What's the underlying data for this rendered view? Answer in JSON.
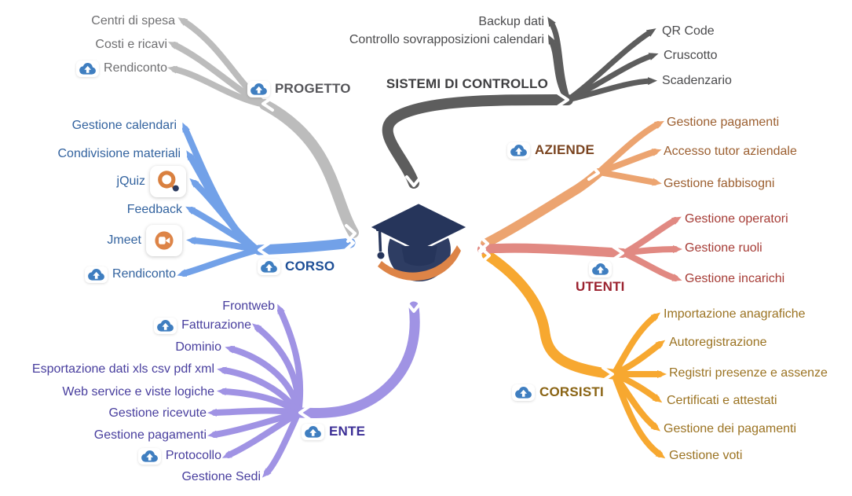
{
  "diagram": {
    "type": "mindmap",
    "background_color": "#ffffff",
    "center_icon": "graduation-cap-globe-logo"
  },
  "icons": {
    "cloud": "cloud-upload-icon",
    "jquiz": "jquiz-app-icon",
    "jmeet": "jmeet-video-app-icon"
  },
  "branches": [
    {
      "name": "PROGETTO",
      "branch_color": "#bcbcbc",
      "label_color": "#56565a",
      "leaf_text_color": "#6f6f71",
      "label_icon": "cloud-upload-icon",
      "leaves": [
        {
          "label": "Centri di spesa"
        },
        {
          "label": "Costi e ricavi"
        },
        {
          "label": "Rendiconto",
          "icon": "cloud-upload-icon"
        }
      ]
    },
    {
      "name": "SISTEMI DI CONTROLLO",
      "branch_color": "#5d5d5d",
      "label_color": "#3e3e40",
      "leaf_text_color": "#4b4b4d",
      "leaves": [
        {
          "label": "Backup dati"
        },
        {
          "label": "Controllo sovrapposizioni calendari"
        },
        {
          "label": "QR Code"
        },
        {
          "label": "Cruscotto"
        },
        {
          "label": "Scadenzario"
        }
      ]
    },
    {
      "name": "CORSO",
      "branch_color": "#72a1e8",
      "label_color": "#1d4e96",
      "leaf_text_color": "#33639f",
      "label_icon": "cloud-upload-icon",
      "leaves": [
        {
          "label": "Gestione calendari"
        },
        {
          "label": "Condivisione materiali"
        },
        {
          "label": "jQuiz",
          "icon": "jquiz-app-icon"
        },
        {
          "label": "Feedback"
        },
        {
          "label": "Jmeet",
          "icon": "jmeet-video-app-icon"
        },
        {
          "label": "Rendiconto",
          "icon": "cloud-upload-icon"
        }
      ]
    },
    {
      "name": "AZIENDE",
      "branch_color": "#eca470",
      "label_color": "#7a4420",
      "leaf_text_color": "#9c5f30",
      "label_icon": "cloud-upload-icon",
      "leaves": [
        {
          "label": "Gestione pagamenti"
        },
        {
          "label": "Accesso tutor aziendale"
        },
        {
          "label": "Gestione fabbisogni"
        }
      ]
    },
    {
      "name": "UTENTI",
      "branch_color": "#e18982",
      "label_color": "#9b222f",
      "leaf_text_color": "#a63c36",
      "label_icon": "cloud-upload-icon",
      "leaves": [
        {
          "label": "Gestione operatori"
        },
        {
          "label": "Gestione ruoli"
        },
        {
          "label": "Gestione incarichi"
        }
      ]
    },
    {
      "name": "CORSISTI",
      "branch_color": "#f7a830",
      "label_color": "#8a6414",
      "leaf_text_color": "#9b7322",
      "label_icon": "cloud-upload-icon",
      "leaves": [
        {
          "label": "Importazione anagrafiche"
        },
        {
          "label": "Autoregistrazione"
        },
        {
          "label": "Registri presenze e assenze"
        },
        {
          "label": "Certificati e attestati"
        },
        {
          "label": "Gestione dei pagamenti"
        },
        {
          "label": "Gestione voti"
        }
      ]
    },
    {
      "name": "ENTE",
      "branch_color": "#a093e4",
      "label_color": "#3c2f96",
      "leaf_text_color": "#483e9e",
      "label_icon": "cloud-upload-icon",
      "leaves": [
        {
          "label": "Frontweb"
        },
        {
          "label": "Fatturazione",
          "icon": "cloud-upload-icon"
        },
        {
          "label": "Dominio"
        },
        {
          "label": "Esportazione dati xls csv pdf xml"
        },
        {
          "label": "Web service e viste logiche"
        },
        {
          "label": "Gestione ricevute"
        },
        {
          "label": "Gestione pagamenti"
        },
        {
          "label": "Protocollo",
          "icon": "cloud-upload-icon"
        },
        {
          "label": "Gestione Sedi"
        }
      ]
    }
  ]
}
